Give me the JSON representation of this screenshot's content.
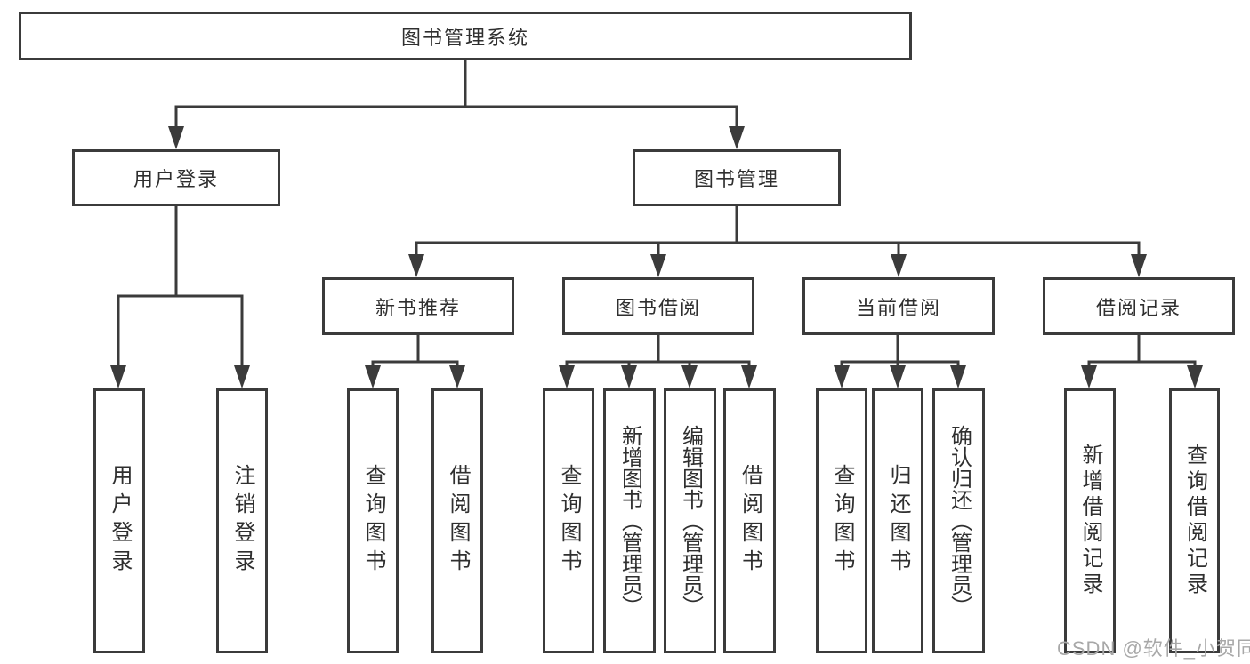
{
  "diagram": {
    "root": "图书管理系统",
    "branches": [
      {
        "label": "用户登录",
        "leaves": [
          "用户登录",
          "注销登录"
        ]
      },
      {
        "label": "图书管理",
        "groups": [
          {
            "label": "新书推荐",
            "leaves": [
              "查询图书",
              "借阅图书"
            ]
          },
          {
            "label": "图书借阅",
            "leaves": [
              "查询图书",
              "新增图书（管理员）",
              "编辑图书（管理员）",
              "借阅图书"
            ]
          },
          {
            "label": "当前借阅",
            "leaves": [
              "查询图书",
              "归还图书",
              "确认归还（管理员）"
            ]
          },
          {
            "label": "借阅记录",
            "leaves": [
              "新增借阅记录",
              "查询借阅记录"
            ]
          }
        ]
      }
    ]
  },
  "watermark": "CSDN @软件_小贺同学",
  "colors": {
    "line": "#3b3b3b",
    "text": "#2f2f2f",
    "watermark": "#a8a8a8",
    "background": "#ffffff"
  }
}
